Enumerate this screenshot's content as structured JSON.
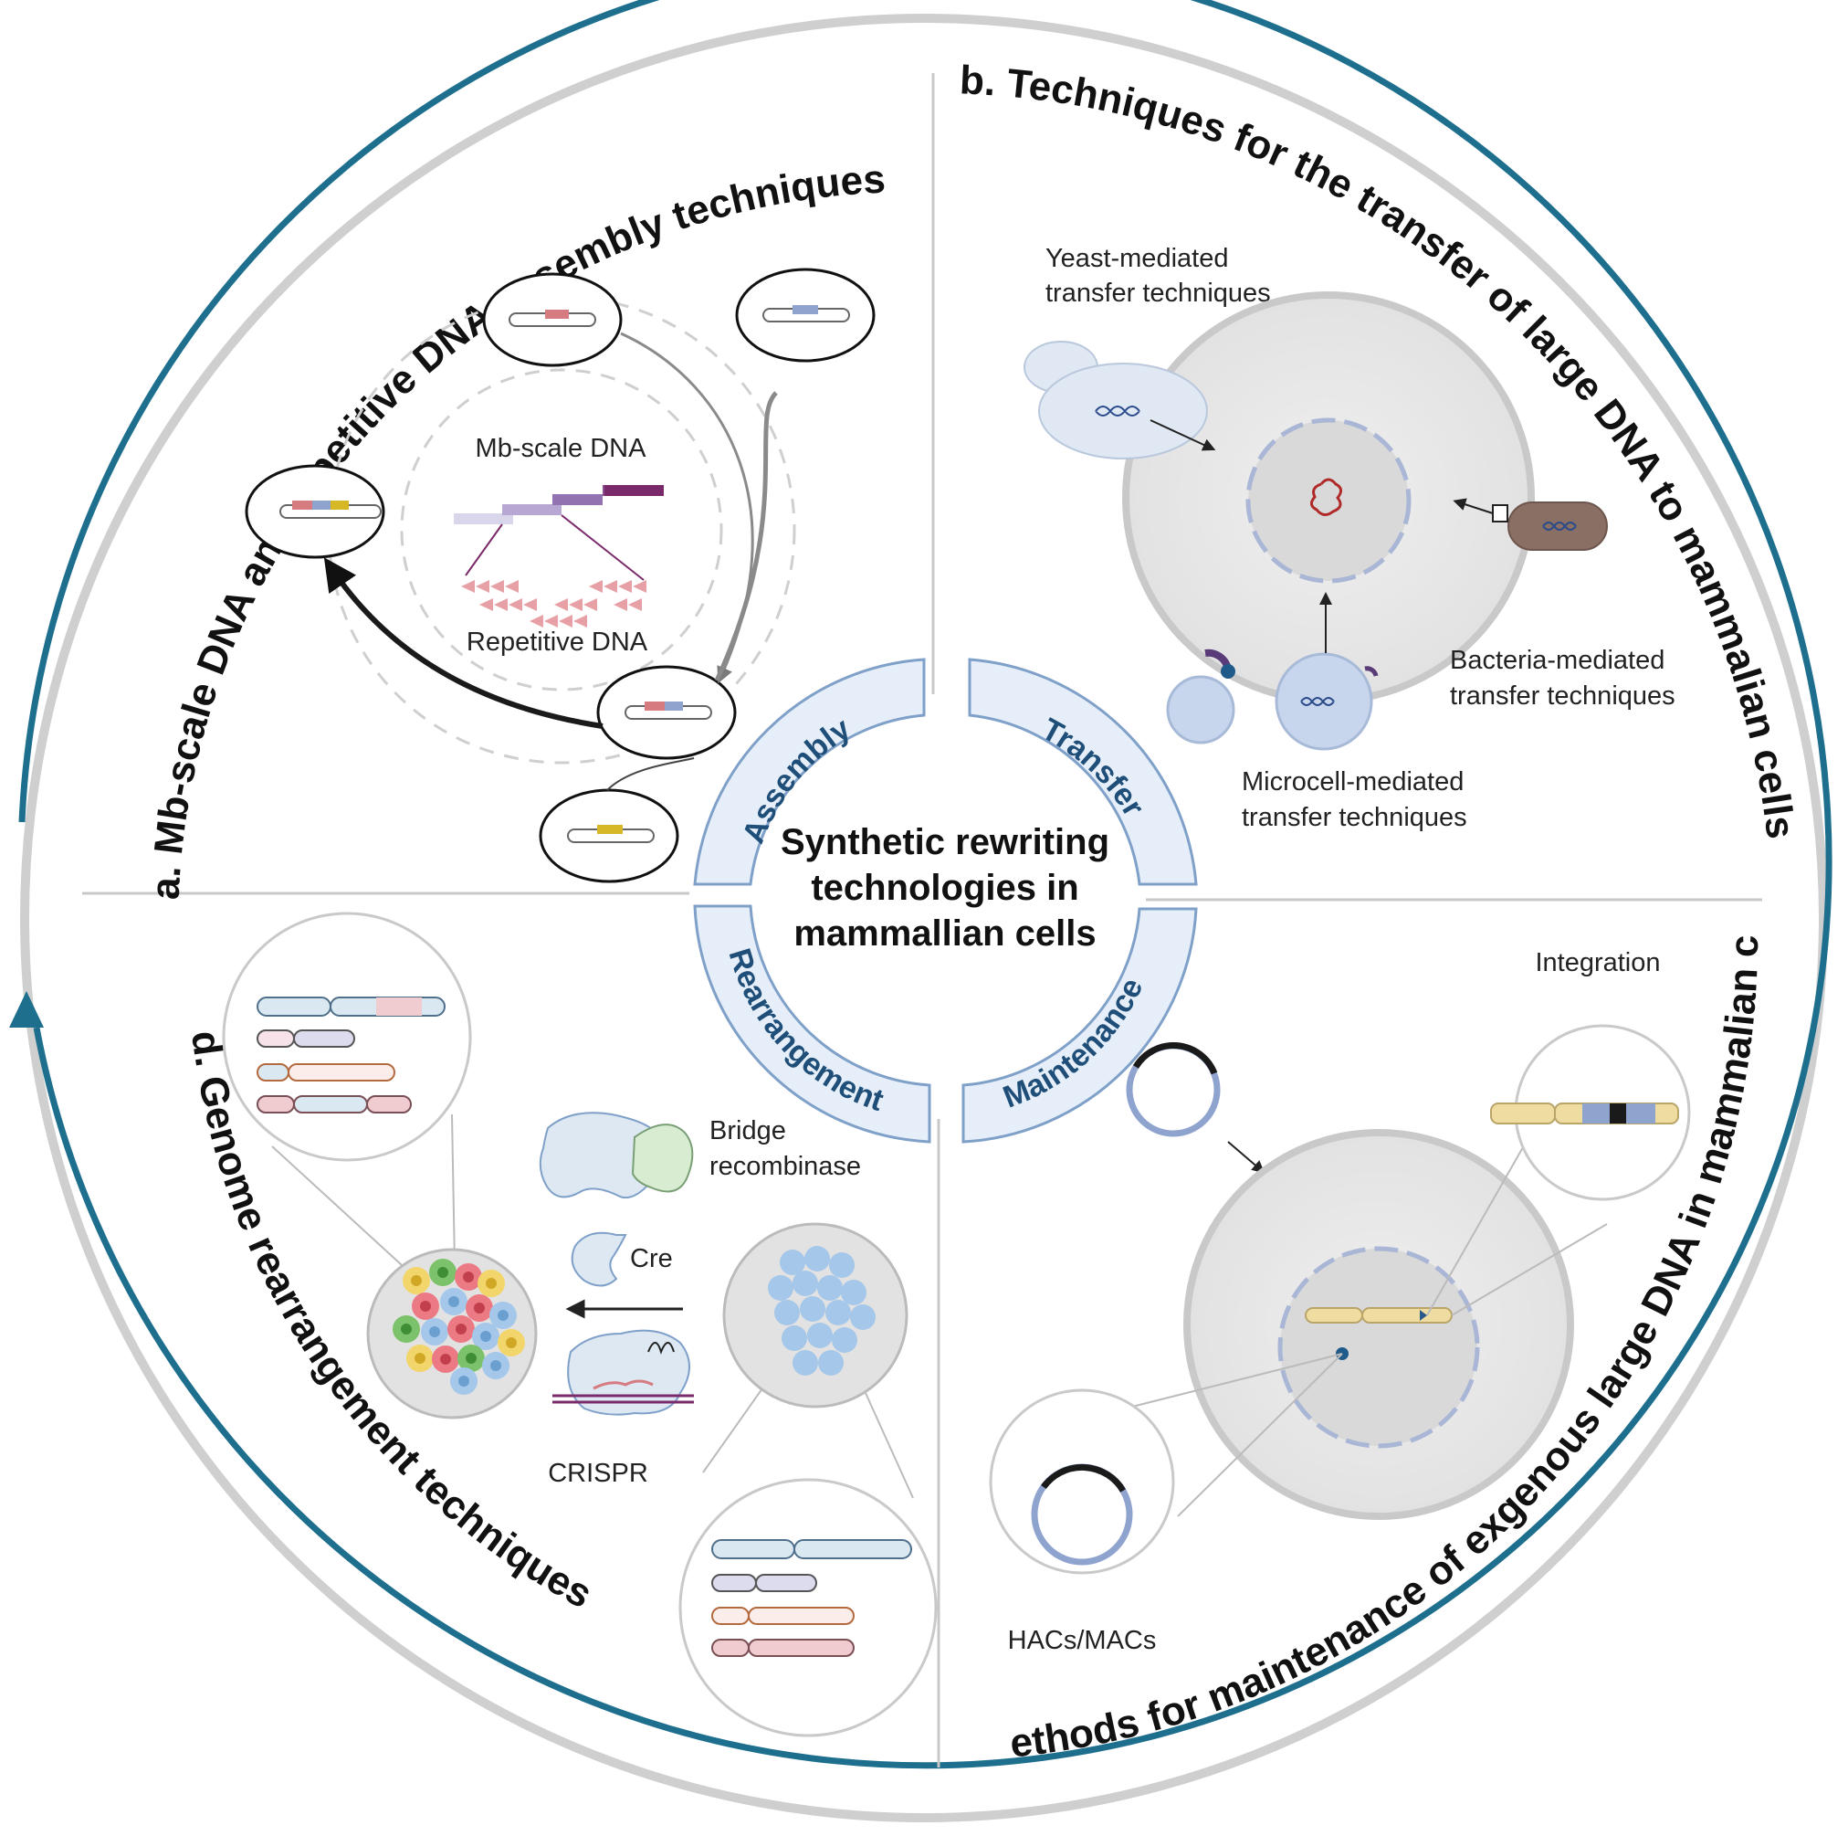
{
  "center_title": [
    "Synthetic rewriting",
    "technologies in",
    "mammallian cells"
  ],
  "segments": {
    "assembly": "Assembly",
    "transfer": "Transfer",
    "rearrangement": "Rearrangement",
    "maintenance": "Maintenance"
  },
  "panel_titles": {
    "a": "a. Mb-scale DNA and repetitive DNA assembly techniques",
    "b": "b. Techniques for the transfer of large DNA to mammalian cells",
    "c": "c. Methods for maintenance of exgenous large DNA in mammalian cells",
    "d": "d. Genome rearrangement techniques"
  },
  "panel_a": {
    "mb_label": "Mb-scale DNA",
    "rep_label": "Repetitive DNA"
  },
  "panel_b": {
    "yeast": [
      "Yeast-mediated",
      "transfer techniques"
    ],
    "bacteria": [
      "Bacteria-mediated",
      "transfer techniques"
    ],
    "microcell": [
      "Microcell-mediated",
      "transfer techniques"
    ]
  },
  "panel_c": {
    "integration": "Integration",
    "hacs": "HACs/MACs"
  },
  "panel_d": {
    "bridge": [
      "Bridge",
      "recombinase"
    ],
    "cre": "Cre",
    "crispr": "CRISPR"
  },
  "colors": {
    "ring": "#1e6f8e",
    "segment_fill": "#e6eff9",
    "segment_stroke": "#7fa0c8",
    "segment_text": "#1f4e79",
    "pink": "#d67b80",
    "blue": "#8fa3cf",
    "yellow": "#d6b827",
    "purple": "#7a2a6a"
  }
}
